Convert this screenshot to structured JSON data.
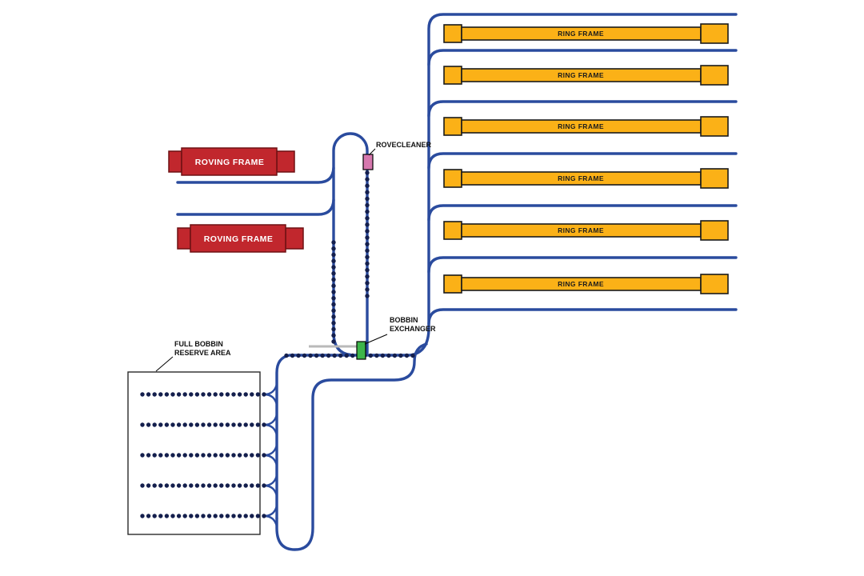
{
  "diagram": {
    "ring_frames": [
      {
        "label": "RING FRAME"
      },
      {
        "label": "RING FRAME"
      },
      {
        "label": "RING FRAME"
      },
      {
        "label": "RING FRAME"
      },
      {
        "label": "RING FRAME"
      },
      {
        "label": "RING FRAME"
      }
    ],
    "roving_frames": [
      {
        "label": "ROVING FRAME"
      },
      {
        "label": "ROVING FRAME"
      }
    ],
    "rovecleaner_label": "ROVECLEANER",
    "bobbin_exchanger_label": [
      "BOBBIN",
      "EXCHANGER"
    ],
    "reserve_area_label": [
      "FULL BOBBIN",
      "RESERVE AREA"
    ],
    "reserve_rows": 5
  },
  "colors": {
    "bg": "#ffffff",
    "rail": "#2a4b9e",
    "bobbin": "#141f4d",
    "ring-fill": "#fbb117",
    "ring-stroke": "#1a1a1a",
    "ring-text": "#1c1c1c",
    "roving-fill": "#c1272d",
    "roving-stroke": "#6e1113",
    "rovecleaner-fill": "#d678ae",
    "exchanger-fill": "#3db54a",
    "annotation": "#111111",
    "platform": "#b9b9b9"
  }
}
